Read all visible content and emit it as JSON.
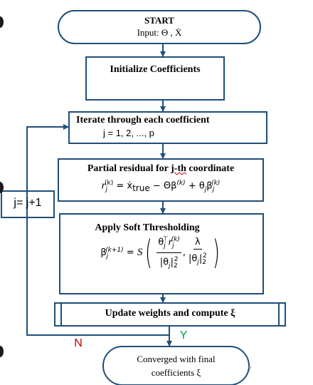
{
  "start": {
    "title": "START",
    "input_label": "Input: Θ , Ẋ"
  },
  "init": {
    "label": "Initialize Coefficients"
  },
  "iterate": {
    "label": "Iterate through each coefficient",
    "range": "j = 1, 2, ..., p"
  },
  "partial": {
    "label_prefix": "Partial residual for ",
    "label_jth": "j-th",
    "label_suffix": "  coordinate",
    "r": "r",
    "sub_j": "j",
    "sup_k": "(k)",
    "eq_mid": " = ẋ",
    "sub_true": "true",
    "eq_tail1": " − Θβ",
    "eq_tail2": " + θ",
    "beta": "β"
  },
  "soft": {
    "label": "Apply Soft Thresholding",
    "beta": "β",
    "sup_k1": "(k+1)",
    "sub_j": "j",
    "eq": " = ",
    "S": "S",
    "num1_a": "θ",
    "num1_sup": "⊤",
    "num1_r": "r",
    "sup_k": "(k)",
    "den_open": "|θ",
    "den_close": "|",
    "sup_2": "2",
    "sub_2": "2",
    "comma": ",",
    "lambda": "λ"
  },
  "update": {
    "label": "Update weights and compute ξ"
  },
  "end": {
    "line1": "Converged with final",
    "line2": "coefficients ξ"
  },
  "loop": {
    "label": "j= j+1"
  },
  "branch": {
    "no": "N",
    "yes": "Y"
  },
  "page_mark": "7",
  "colors": {
    "stroke": "#1f4e79",
    "no": "#c00000",
    "yes": "#00a040"
  }
}
